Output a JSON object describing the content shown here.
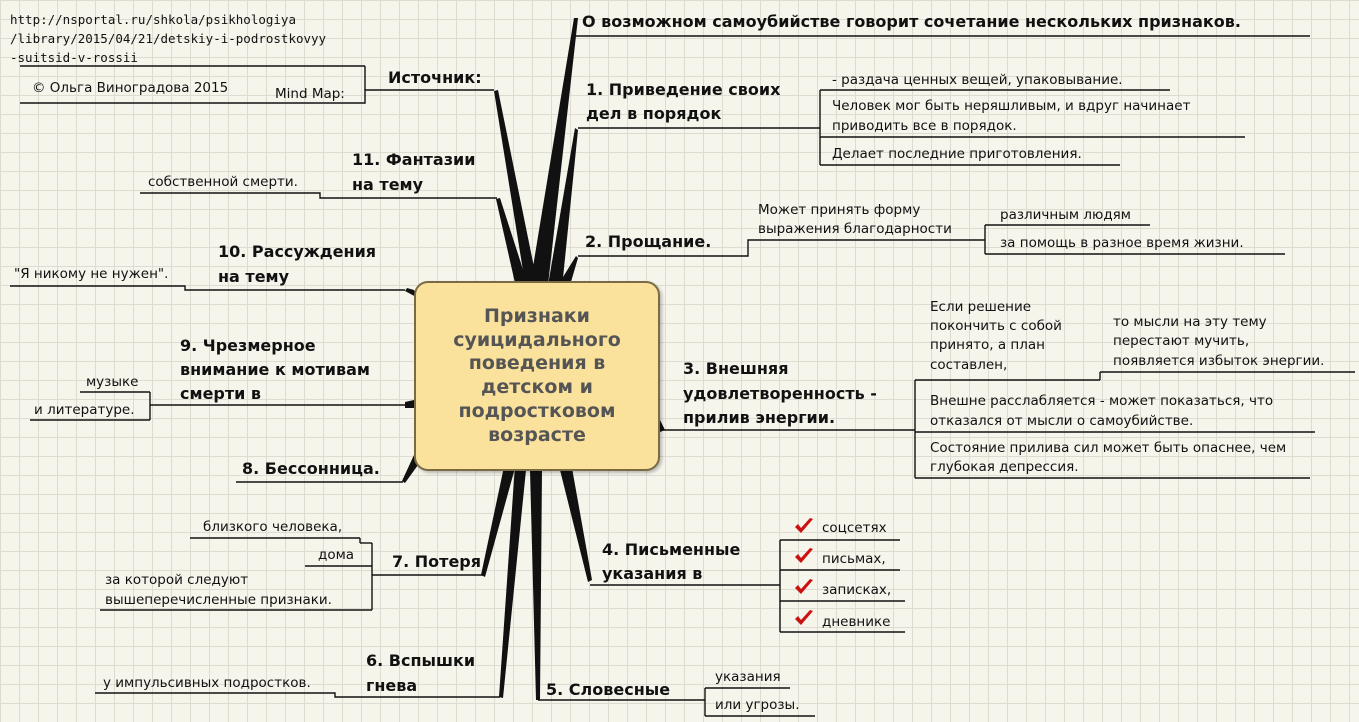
{
  "source": {
    "url_lines": [
      "http://nsportal.ru/shkola/psikhologiya",
      "/library/2015/04/21/detskiy-i-podrostkovyy",
      "-suitsid-v-rossii"
    ],
    "label": "Источник:",
    "mindmap_label": "Mind Map:",
    "author": "© Ольга Виноградова 2015"
  },
  "title": "О возможном самоубийстве говорит сочетание нескольких признаков.",
  "center": "Признаки\nсуицидального\nповедения в\nдетском и\nподростковом\nвозрасте",
  "branches": {
    "b1": {
      "label_lines": [
        "1. Приведение своих",
        "дел в порядок"
      ],
      "items": [
        "- раздача ценных вещей, упаковывание.",
        "Человек мог быть неряшливым, и вдруг начинает",
        "приводить все в порядок.",
        "Делает последние приготовления."
      ]
    },
    "b2": {
      "label": "2. Прощание.",
      "sub_lines": [
        "Может принять форму",
        "выражения благодарности"
      ],
      "items": [
        "различным людям",
        "за помощь в разное время жизни."
      ]
    },
    "b3": {
      "label_lines": [
        "3. Внешняя",
        "удовлетворенность -",
        "прилив энергии."
      ],
      "plan_lines": [
        "Если решение",
        "покончить с собой",
        "принято, а план",
        "составлен,"
      ],
      "plan_result": [
        "то мысли на эту тему",
        "перестают мучить,",
        "появляется избыток энергии."
      ],
      "relax": [
        "Внешне расслабляется - может показаться, что",
        "отказался от мысли о самоубийстве."
      ],
      "state": [
        "Состояние прилива сил может быть опаснее, чем",
        "глубокая депрессия."
      ]
    },
    "b4": {
      "label_lines": [
        "4. Письменные",
        "указания в"
      ],
      "items": [
        "соцсетях",
        "письмах,",
        "записках,",
        "дневнике"
      ],
      "check_icon": "red-checkmark-icon",
      "check_color": "#cc1111"
    },
    "b5": {
      "label": "5. Словесные",
      "items": [
        "указания",
        "или угрозы."
      ]
    },
    "b6": {
      "label_lines": [
        "6. Вспышки",
        "гнева"
      ],
      "items": [
        "у импульсивных подростков."
      ]
    },
    "b7": {
      "label": "7. Потеря",
      "items": [
        "близкого человека,",
        "дома",
        "за которой следуют",
        "вышеперечисленные признаки."
      ]
    },
    "b8": {
      "label": "8. Бессонница."
    },
    "b9": {
      "label_lines": [
        "9. Чрезмерное",
        "внимание к мотивам",
        "смерти в"
      ],
      "items": [
        "музыке",
        "и литературе."
      ]
    },
    "b10": {
      "label_lines": [
        "10. Рассуждения",
        "на тему"
      ],
      "items": [
        "\"Я никому не нужен\"."
      ]
    },
    "b11": {
      "label_lines": [
        "11. Фантазии",
        "на тему"
      ],
      "items": [
        "собственной смерти."
      ]
    }
  },
  "colors": {
    "center_fill": "#fbe29c",
    "line": "#111111"
  }
}
